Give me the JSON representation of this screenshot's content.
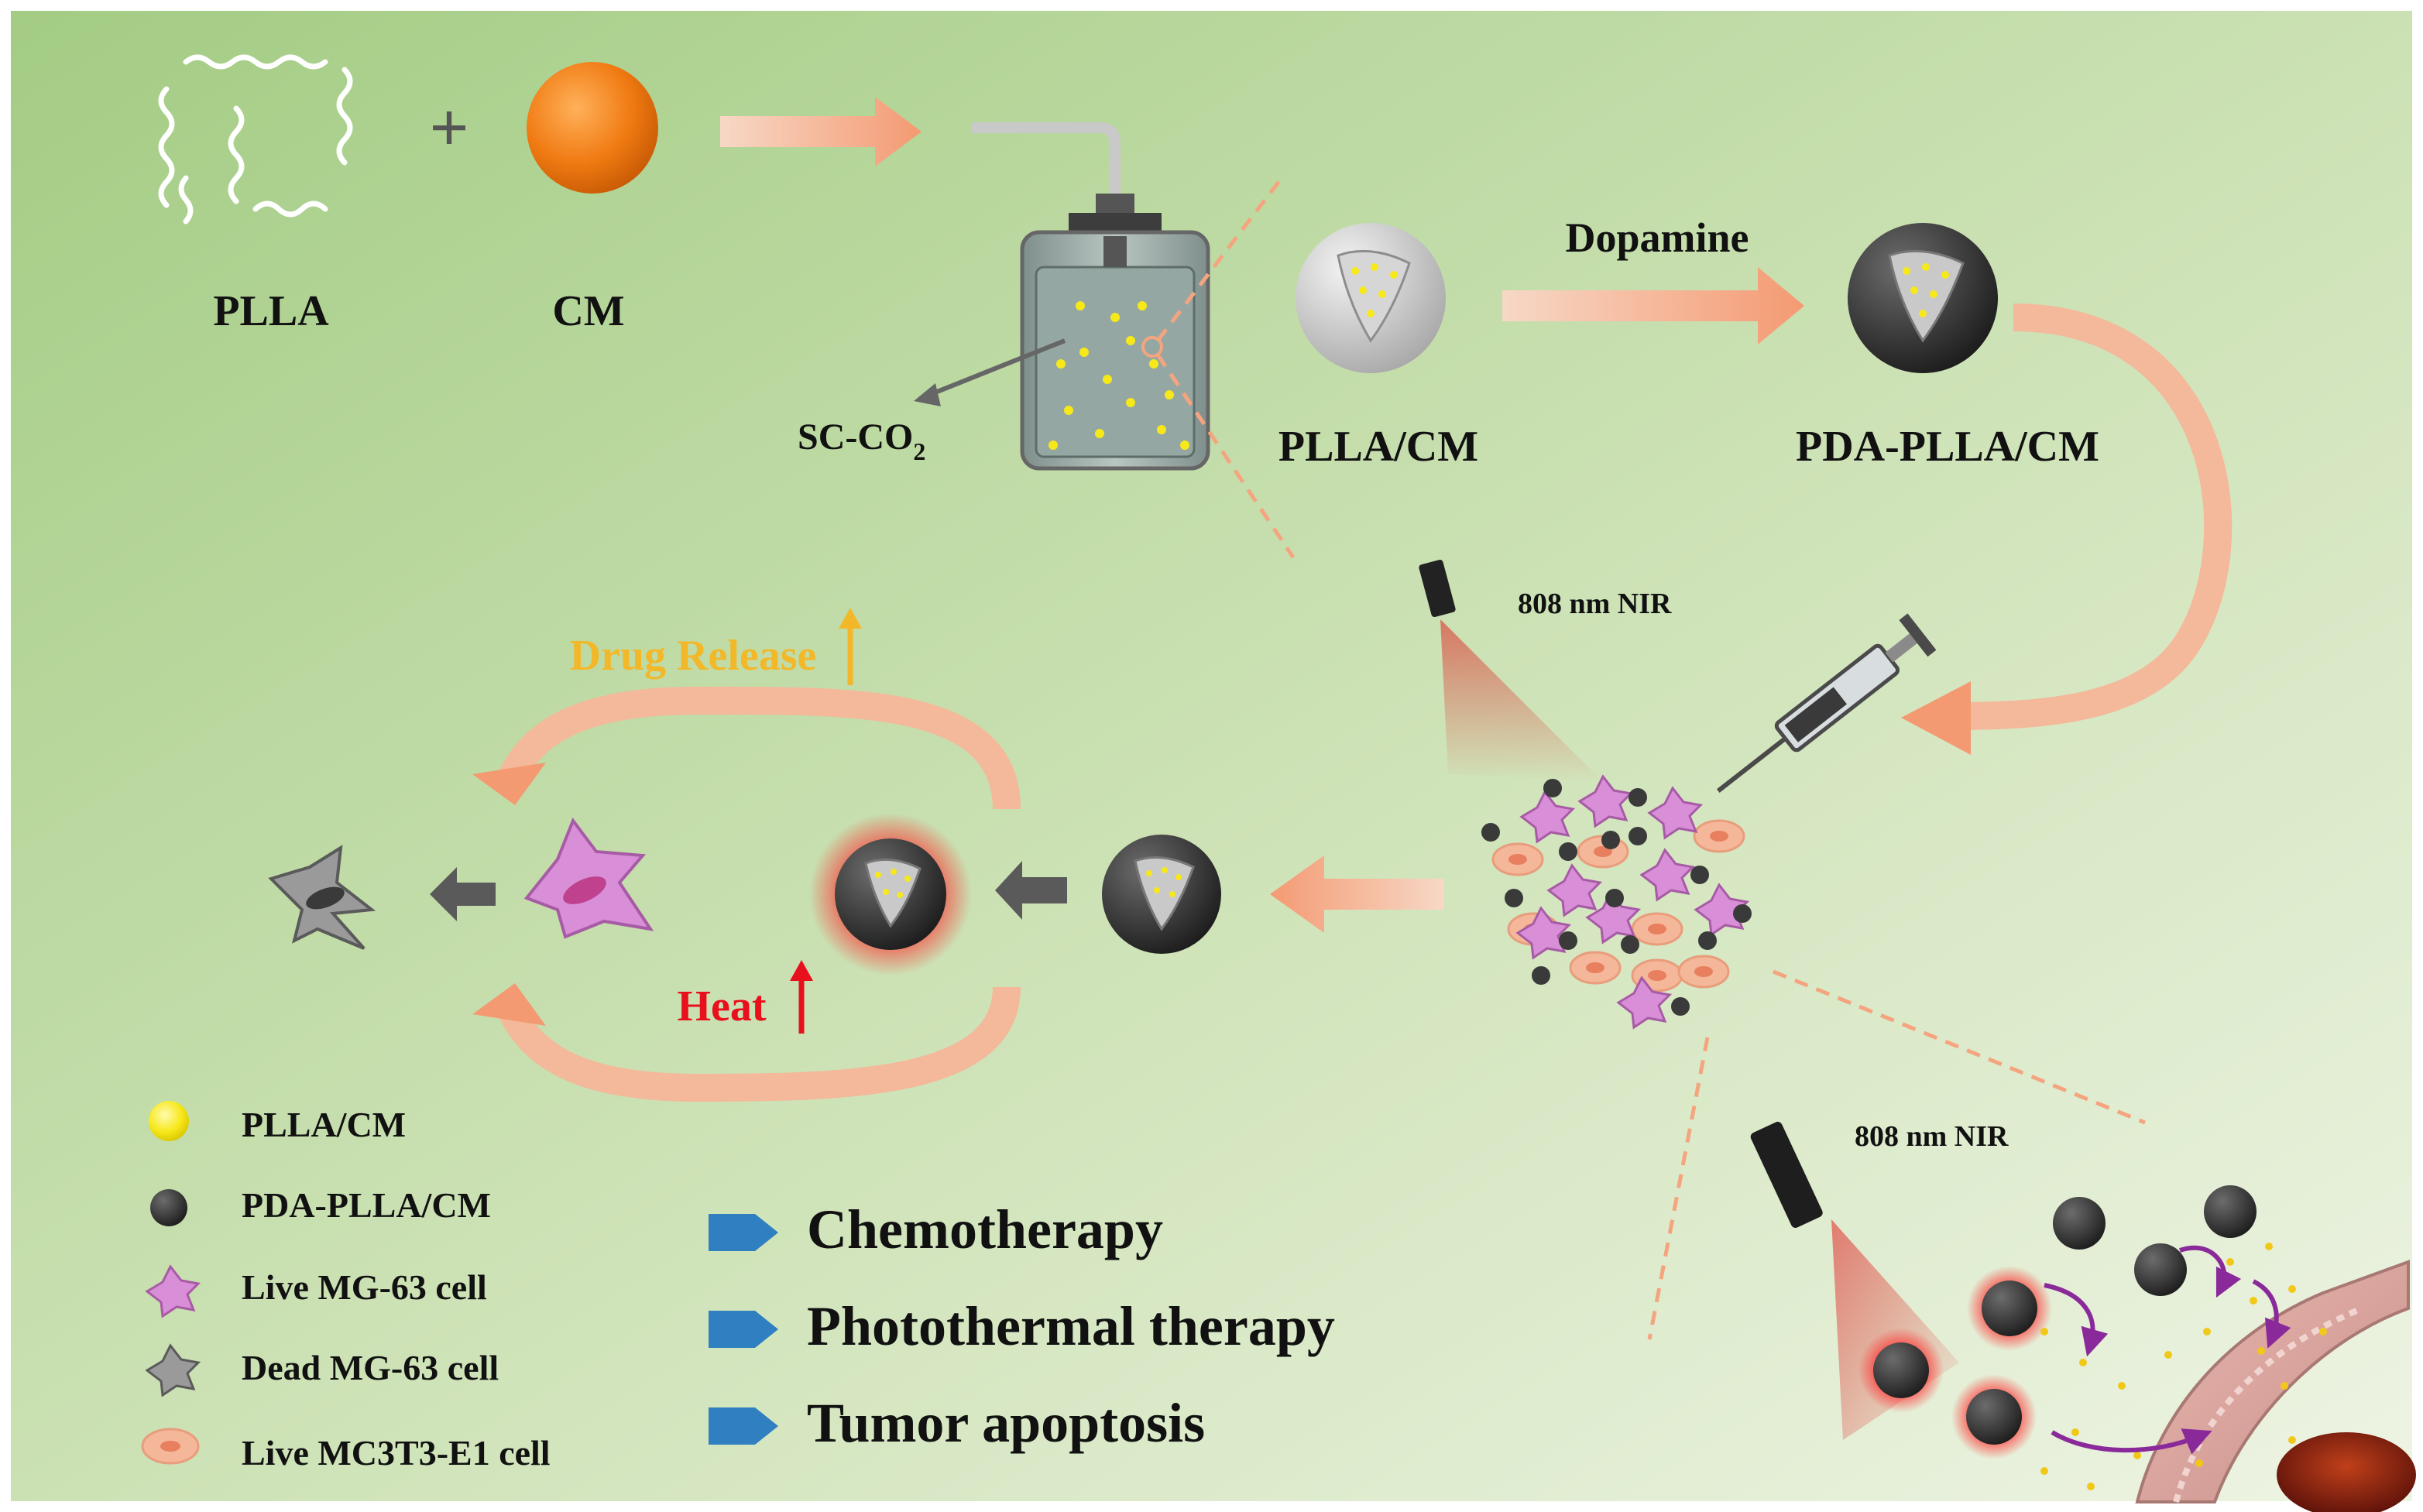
{
  "materials": {
    "plla": "PLLA",
    "cm": "CM",
    "plus": "+",
    "sc_co2_prefix": "SC-CO",
    "sc_co2_sub": "2",
    "plla_cm": "PLLA/CM",
    "dopamine": "Dopamine",
    "pda_plla_cm": "PDA-PLLA/CM"
  },
  "nir": {
    "label_top": "808 nm NIR",
    "label_bottom": "808 nm NIR"
  },
  "cycle": {
    "drug_release": "Drug Release",
    "heat": "Heat"
  },
  "legend": [
    {
      "label": "PLLA/CM"
    },
    {
      "label": "PDA-PLLA/CM"
    },
    {
      "label": "Live MG-63 cell"
    },
    {
      "label": "Dead MG-63 cell"
    },
    {
      "label": "Live MC3T3-E1 cell"
    }
  ],
  "therapies": [
    {
      "label": "Chemotherapy"
    },
    {
      "label": "Photothermal therapy"
    },
    {
      "label": "Tumor apoptosis"
    }
  ],
  "colors": {
    "background_left": "#a9cf8a",
    "background_right": "#e8f1dc",
    "arrow": "#f4a57f",
    "drug_release": "#f2b829",
    "heat": "#e8101c",
    "therapy_marker": "#2f7fc1",
    "cm_sphere": "#f07a12",
    "pda_particle": "#333333",
    "live_mg63": "#d98fd8",
    "mc3t3": "#f5b79a"
  }
}
